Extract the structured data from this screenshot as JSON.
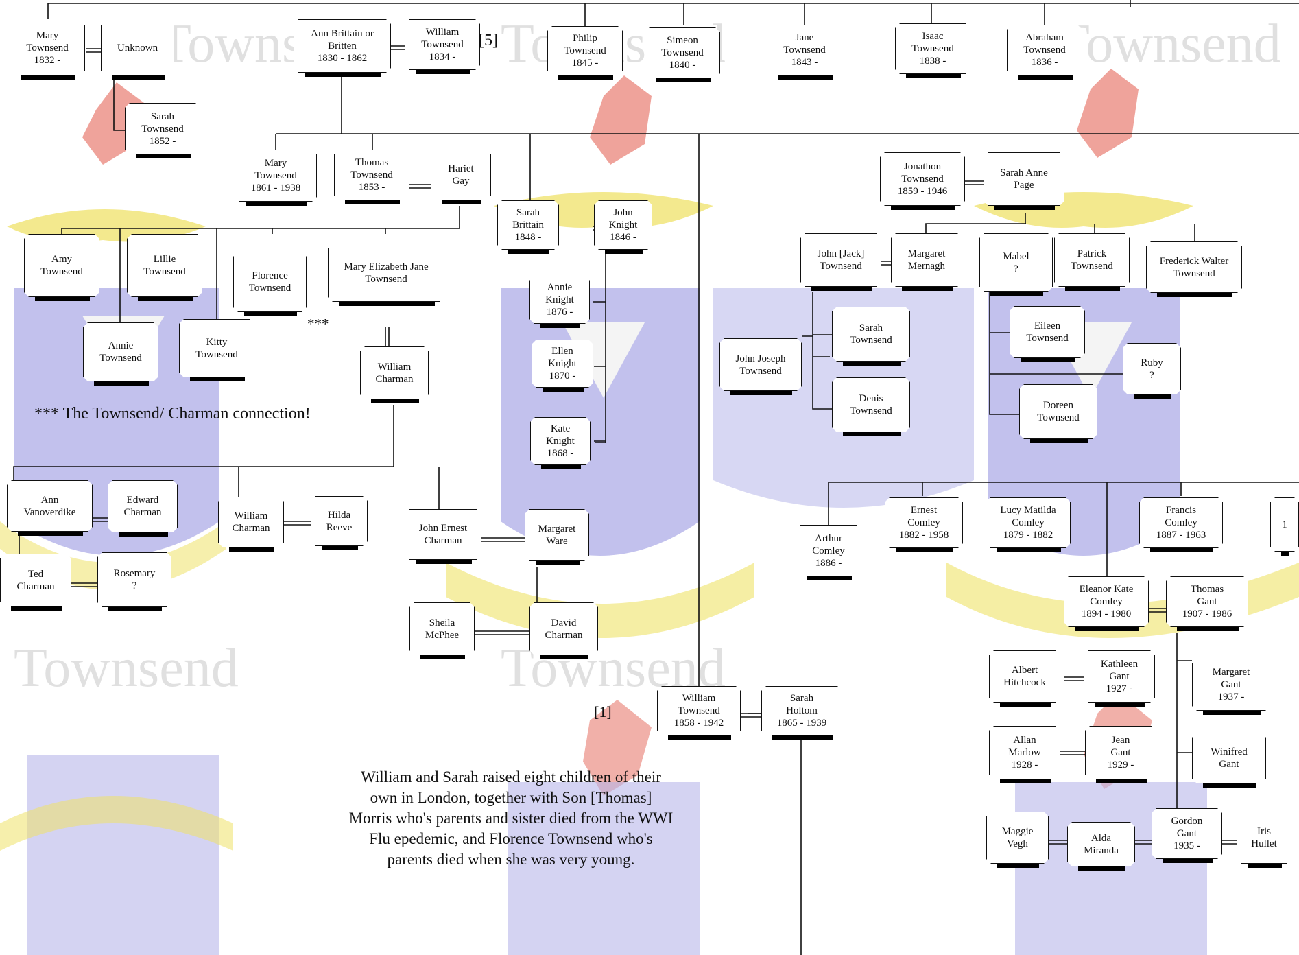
{
  "background": {
    "watermark_text": "Townsend",
    "colors": {
      "blue": "#b7b6ea",
      "yellow": "#efe268",
      "red": "#e87c70",
      "gray": "#c8c8c8"
    }
  },
  "people": {
    "mary_townsend_1832": "Mary\nTownsend\n1832 -",
    "unknown": "Unknown",
    "sarah_townsend_1852": "Sarah\nTownsend\n1852 -",
    "ann_brittain": "Ann Brittain or\nBritten\n1830 - 1862",
    "william_townsend_1834": "William\nTownsend\n1834 -",
    "philip_townsend": "Philip\nTownsend\n1845 -",
    "simeon_townsend": "Simeon\nTownsend\n1840 -",
    "jane_townsend": "Jane\nTownsend\n1843 -",
    "isaac_townsend": "Isaac\nTownsend\n1838 -",
    "abraham_townsend": "Abraham\nTownsend\n1836 -",
    "mary_townsend_1861": "Mary\nTownsend\n1861 - 1938",
    "thomas_townsend": "Thomas\nTownsend\n1853 -",
    "hariet_gay": "Hariet\nGay",
    "sarah_brittain": "Sarah\nBrittain\n1848 -",
    "john_knight": "John\nKnight\n1846 -",
    "amy_townsend": "Amy\nTownsend",
    "lillie_townsend": "Lillie\nTownsend",
    "florence_townsend": "Florence\nTownsend",
    "mary_elizabeth": "Mary Elizabeth Jane\nTownsend",
    "annie_townsend": "Annie\nTownsend",
    "kitty_townsend": "Kitty\nTownsend",
    "william_charman_1": "William\nCharman",
    "annie_knight": "Annie\nKnight\n1876 -",
    "ellen_knight": "Ellen\nKnight\n1870 -",
    "kate_knight": "Kate\nKnight\n1868 -",
    "jonathon_townsend": "Jonathon\nTownsend\n1859 - 1946",
    "sarah_anne_page": "Sarah Anne\nPage",
    "john_jack_townsend": "John [Jack]\nTownsend",
    "margaret_mernagh": "Margaret\nMernagh",
    "mabel": "Mabel\n?",
    "patrick_townsend": "Patrick\nTownsend",
    "frederick_walter": "Frederick Walter\nTownsend",
    "sarah_townsend_2": "Sarah\nTownsend",
    "john_joseph": "John Joseph\nTownsend",
    "denis_townsend": "Denis\nTownsend",
    "eileen_townsend": "Eileen\nTownsend",
    "ruby": "Ruby\n?",
    "doreen_townsend": "Doreen\nTownsend",
    "ann_vanoverdike": "Ann\nVanoverdike",
    "edward_charman": "Edward\nCharman",
    "william_charman_2": "William\nCharman",
    "hilda_reeve": "Hilda\nReeve",
    "john_ernest": "John Ernest\nCharman",
    "margaret_ware": "Margaret\nWare",
    "ted_charman": "Ted\nCharman",
    "rosemary": "Rosemary\n?",
    "sheila_mcphee": "Sheila\nMcPhee",
    "david_charman": "David\nCharman",
    "ernest_comley": "Ernest\nComley\n1882 - 1958",
    "lucy_matilda": "Lucy Matilda\nComley\n1879 - 1882",
    "francis_comley": "Francis\nComley\n1887 - 1963",
    "arthur_comley": "Arthur\nComley\n1886 -",
    "partial_edge": "1",
    "eleanor_kate": "Eleanor Kate\nComley\n1894 - 1980",
    "thomas_gant": "Thomas\nGant\n1907 - 1986",
    "albert_hitchcock": "Albert\nHitchcock",
    "kathleen_gant": "Kathleen\nGant\n1927 -",
    "margaret_gant": "Margaret\nGant\n1937 -",
    "allan_marlow": "Allan\nMarlow\n1928 -",
    "jean_gant": "Jean\nGant\n1929 -",
    "winifred_gant": "Winifred\nGant",
    "maggie_vegh": "Maggie\nVegh",
    "alda_miranda": "Alda\nMiranda",
    "gordon_gant": "Gordon\nGant\n1935 -",
    "iris_hullet": "Iris\nHullet",
    "william_townsend_1858": "William\nTownsend\n1858 - 1942",
    "sarah_holtom": "Sarah\nHoltom\n1865 - 1939"
  },
  "notes": {
    "ref5": "[5]",
    "ref1": "[1]",
    "stars": "***",
    "connection": "*** The Townsend/ Charman connection!",
    "story": "William and Sarah raised eight children of their\nown in London,  together with Son [Thomas]\nMorris who's parents and sister died from the WWI\nFlu epedemic, and Florence Townsend who's\nparents died when she was very young."
  }
}
